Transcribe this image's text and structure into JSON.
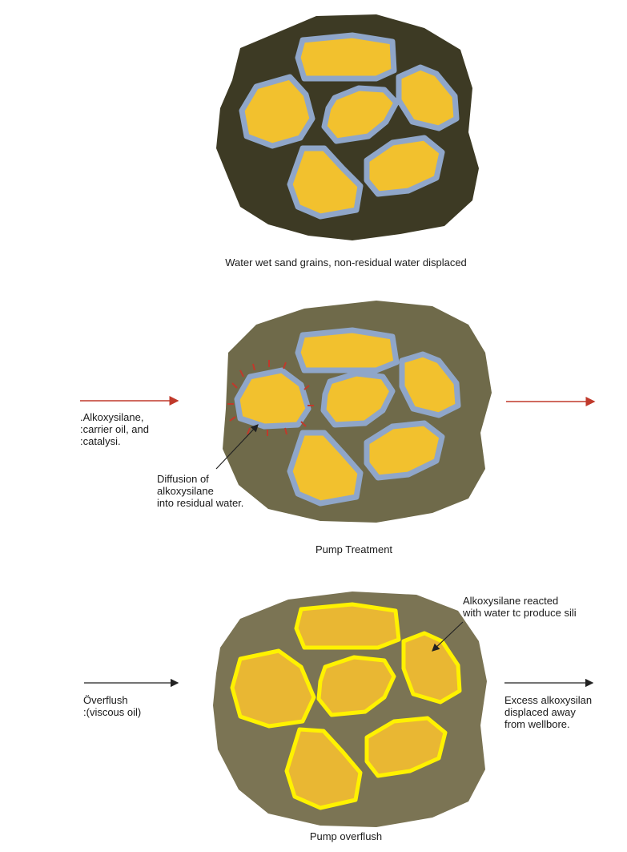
{
  "panels": {
    "panel1": {
      "caption": "Water wet sand grains, non-residual water displaced"
    },
    "panel2": {
      "caption": "Pump Treatment",
      "inlet_label": [
        ".Alkoxysilane,",
        ":carrier oil, and",
        ":catalysi."
      ],
      "diffusion_label": [
        "Diffusion of",
        "alkoxysilane",
        "into residual water."
      ]
    },
    "panel3": {
      "caption": "Pump overflush",
      "reaction_label": [
        "Alkoxysilane reacted",
        "with water tc produce sili"
      ],
      "inlet_label": [
        "Överflush",
        ":(viscous oil)"
      ],
      "outlet_label": [
        "Excess alkoxysilan",
        "displaced away",
        "from wellbore."
      ]
    }
  },
  "colors": {
    "grain_fill": "#f2c12e",
    "water_film": "#8fa6c9",
    "matrix_dark": "#3d3a24",
    "matrix_light": "#6f6a4a",
    "matrix_medium": "#7b7454",
    "reacted_silica": "#fff200",
    "grain_fill_overflush": "#e9b733",
    "flow_arrow": "#c0392b",
    "pointer_arrow": "#222222"
  }
}
